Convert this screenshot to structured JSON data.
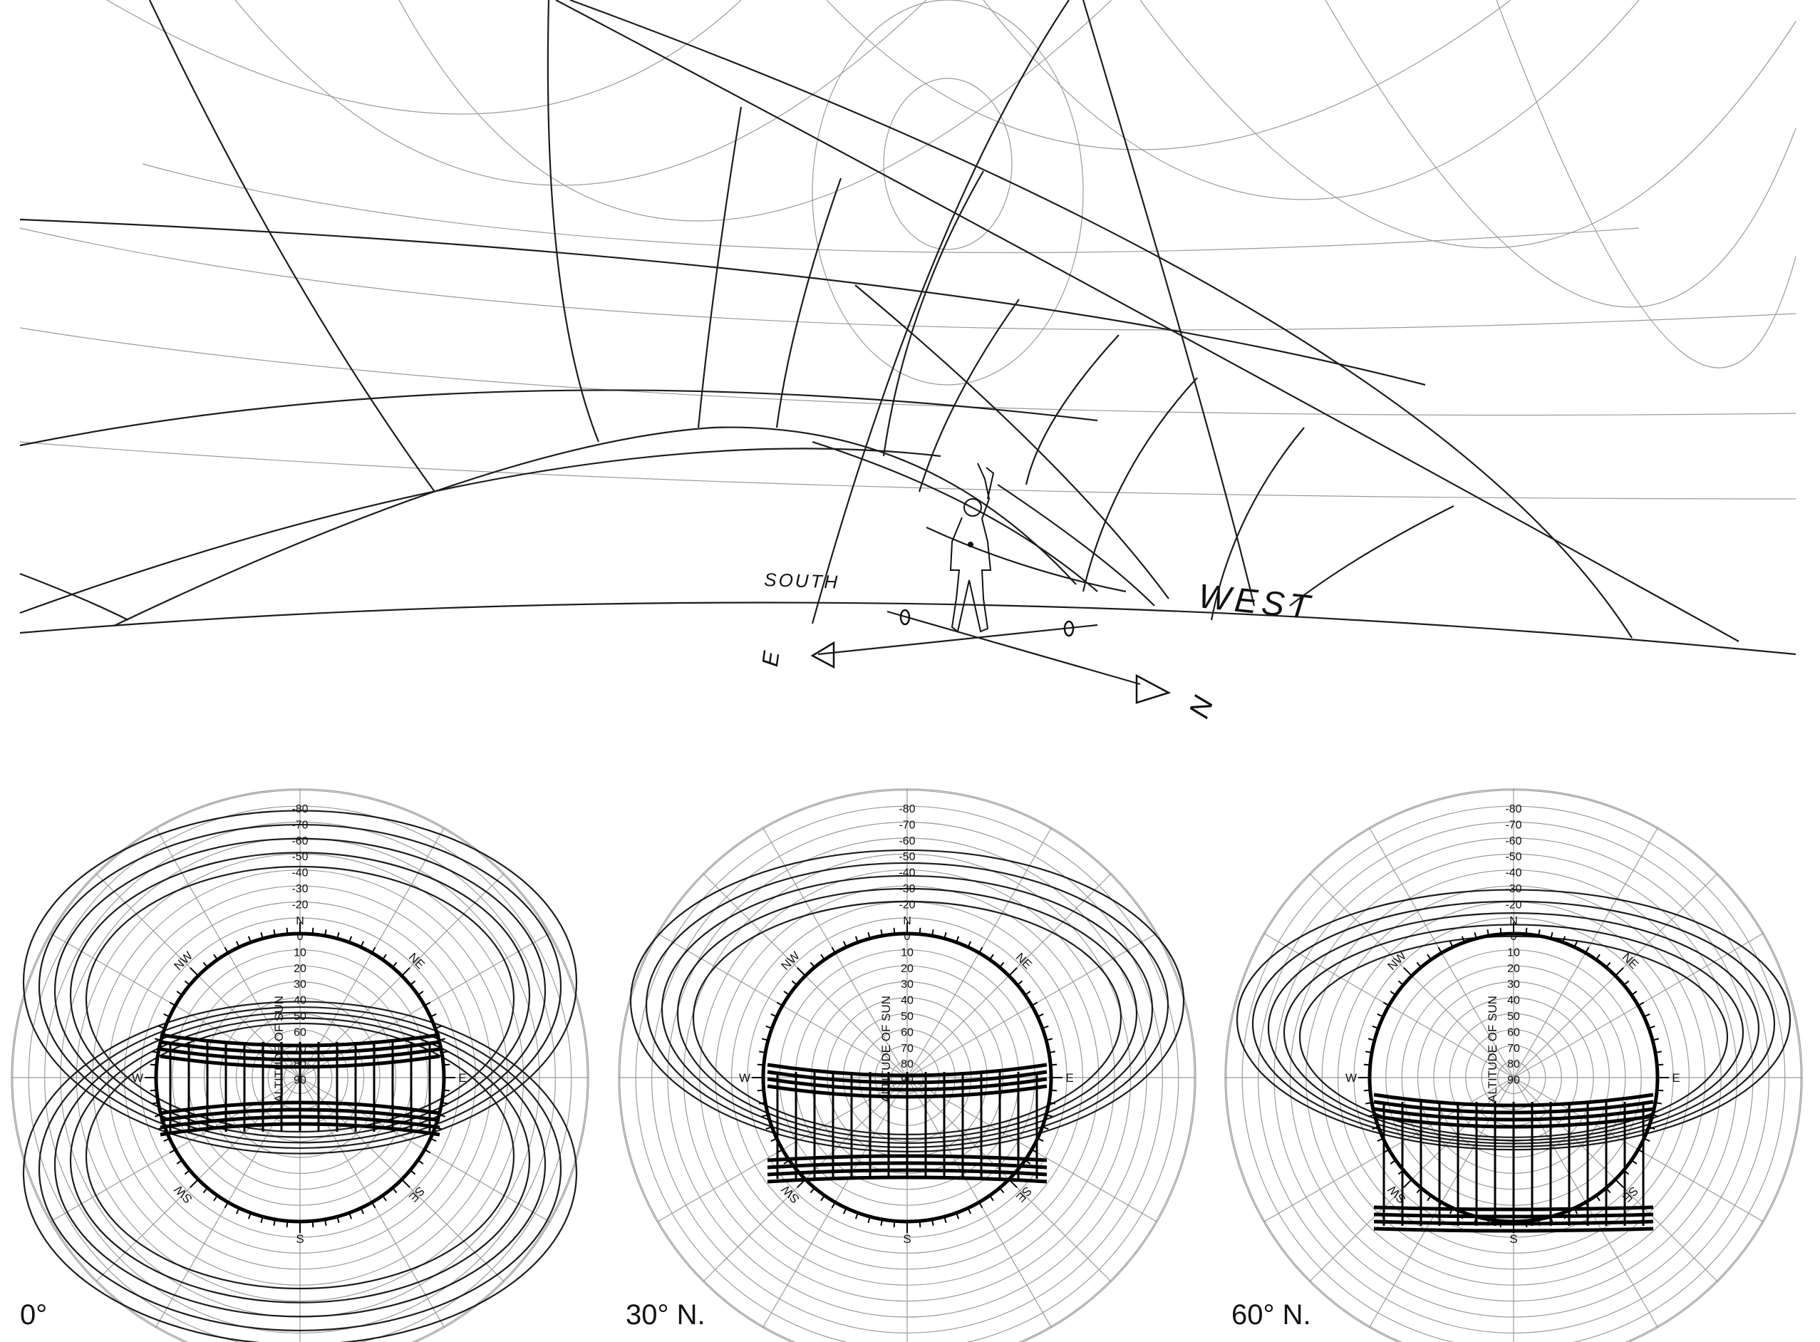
{
  "perspective": {
    "horizon_labels": {
      "south": "SOUTH",
      "west": "WEST"
    },
    "compass_labels": {
      "east": "E",
      "north": "N"
    }
  },
  "charts": [
    {
      "id": "lat-0",
      "latitude_deg": 0,
      "caption": "0°"
    },
    {
      "id": "lat-30",
      "latitude_deg": 30,
      "caption": "30° N."
    },
    {
      "id": "lat-60",
      "latitude_deg": 60,
      "caption": "60° N."
    }
  ],
  "chart_common": {
    "axis_title": "ALTITUDE OF SUN",
    "altitude_ticks_above": [
      "-80",
      "-70",
      "-60",
      "-50",
      "-40",
      "-30",
      "-20",
      "N"
    ],
    "altitude_ticks_below": [
      "0",
      "10",
      "20",
      "30",
      "40",
      "50",
      "60",
      "70",
      "80",
      "90"
    ],
    "compass_points": {
      "n": "N",
      "ne": "NE",
      "e": "E",
      "se": "SE",
      "s": "S",
      "sw": "SW",
      "w": "W",
      "nw": "NW"
    }
  }
}
